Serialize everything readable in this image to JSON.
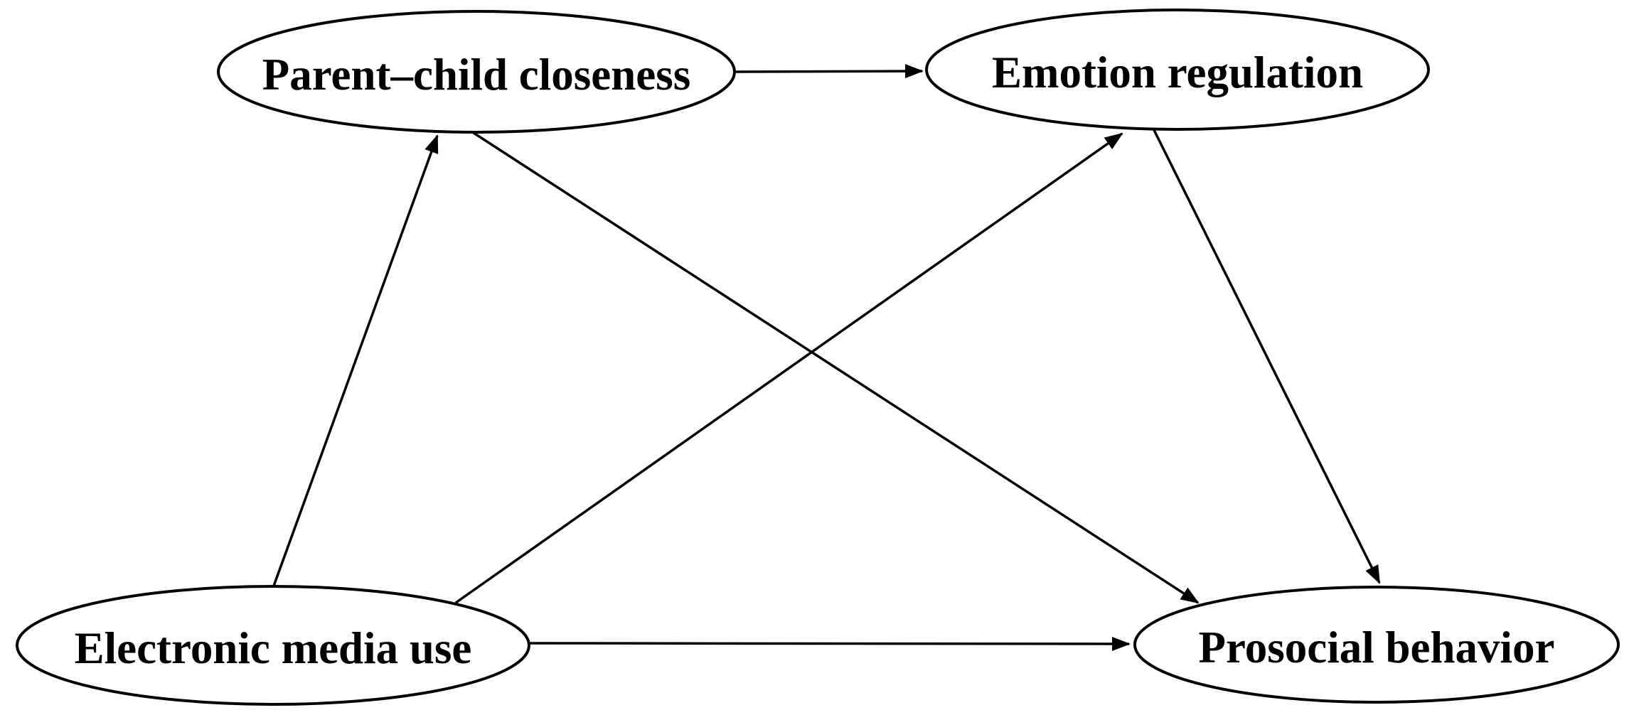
{
  "figure": {
    "type": "path-diagram",
    "background_color": "#ffffff",
    "stroke_color": "#000000",
    "text_color": "#000000",
    "nodes": [
      {
        "id": "parent-child-closeness",
        "label": "Parent–child closeness",
        "shape": "ellipse",
        "position": "top-left"
      },
      {
        "id": "emotion-regulation",
        "label": "Emotion regulation",
        "shape": "ellipse",
        "position": "top-right"
      },
      {
        "id": "electronic-media-use",
        "label": "Electronic media use",
        "shape": "ellipse",
        "position": "bottom-left"
      },
      {
        "id": "prosocial-behavior",
        "label": "Prosocial behavior",
        "shape": "ellipse",
        "position": "bottom-right"
      }
    ],
    "edges": [
      {
        "from": "Parent–child closeness",
        "to": "Emotion regulation",
        "arrowhead": "single"
      },
      {
        "from": "Electronic media use",
        "to": "Parent–child closeness",
        "arrowhead": "single"
      },
      {
        "from": "Electronic media use",
        "to": "Emotion regulation",
        "arrowhead": "single"
      },
      {
        "from": "Parent–child closeness",
        "to": "Prosocial behavior",
        "arrowhead": "single"
      },
      {
        "from": "Emotion regulation",
        "to": "Prosocial behavior",
        "arrowhead": "single"
      },
      {
        "from": "Electronic media use",
        "to": "Prosocial behavior",
        "arrowhead": "single"
      }
    ]
  }
}
